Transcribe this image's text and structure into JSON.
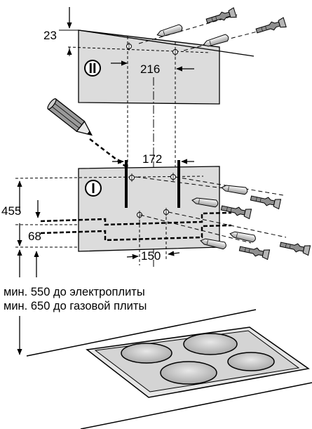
{
  "dimensions": {
    "top_offset": "23",
    "hole_spacing_upper": "216",
    "hole_spacing_middle": "172",
    "height_above_edge": "455",
    "lower_offset": "68",
    "hole_spacing_lower": "150"
  },
  "panels": {
    "upper_label": "II",
    "lower_label": "I"
  },
  "notes": {
    "electric_min": "мин. 550 до электроплиты",
    "gas_min": "мин. 650 до газовой плиты"
  },
  "colors": {
    "panel_fill": "#dcdcdc",
    "stroke": "#000000",
    "hob_fill": "#c8c8c8"
  }
}
